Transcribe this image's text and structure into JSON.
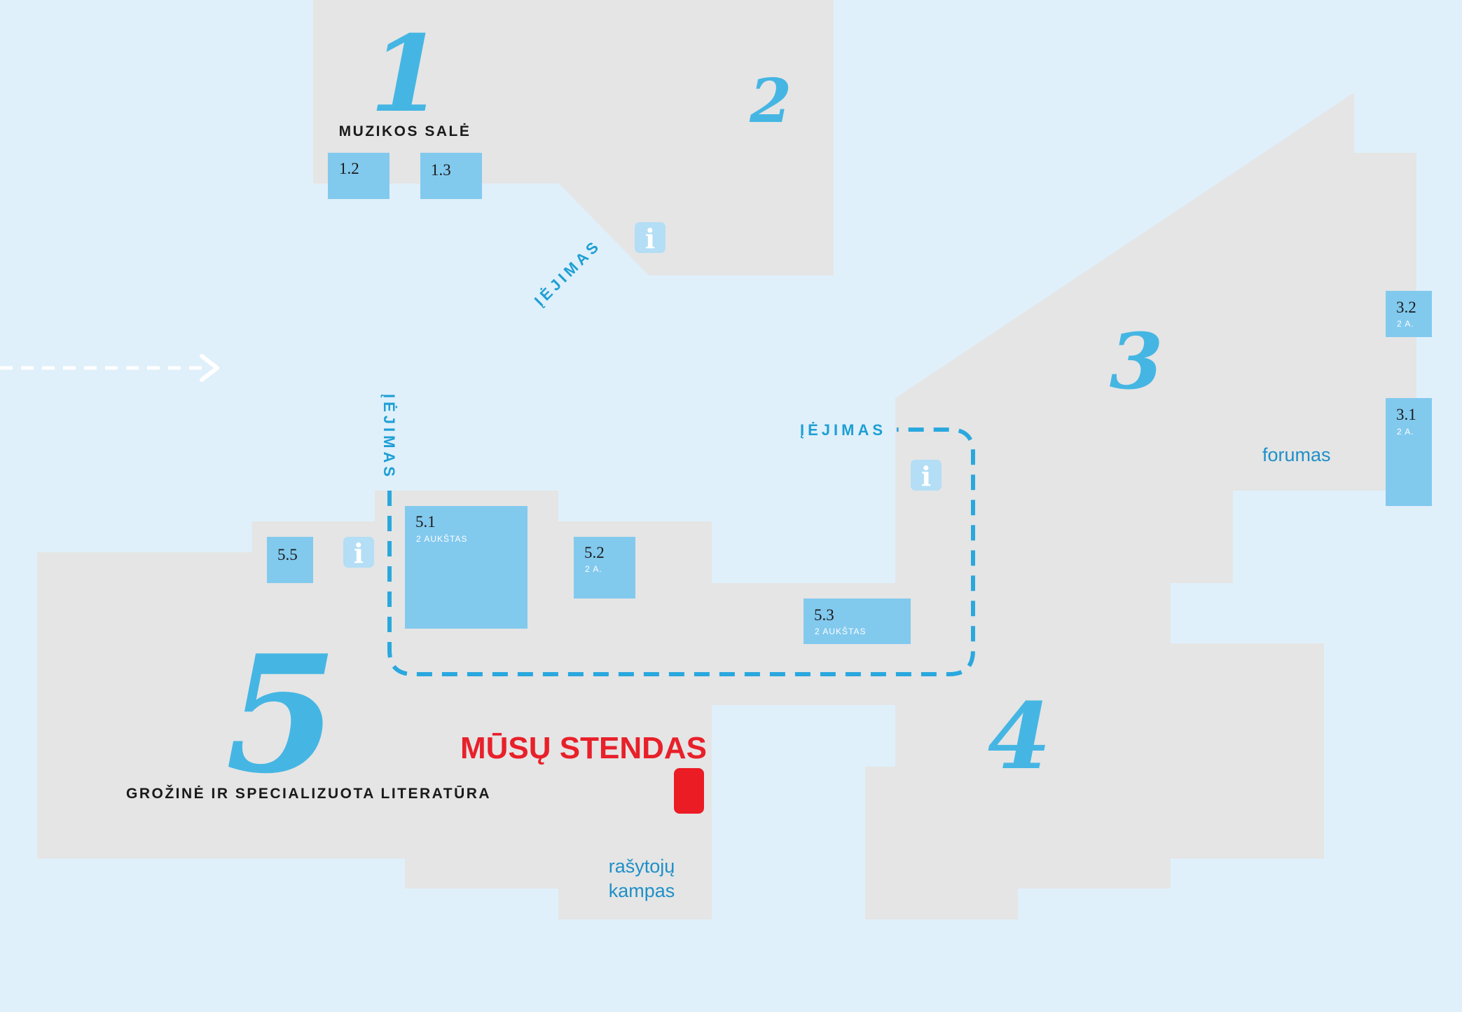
{
  "halls": {
    "h1": {
      "number": "1",
      "label": "MUZIKOS SALĖ"
    },
    "h2": {
      "number": "2"
    },
    "h3": {
      "number": "3"
    },
    "h4": {
      "number": "4"
    },
    "h5": {
      "number": "5",
      "label": "GROŽINĖ IR SPECIALIZUOTA LITERATŪRA"
    }
  },
  "rooms": {
    "r12": {
      "number": "1.2"
    },
    "r13": {
      "number": "1.3"
    },
    "r31": {
      "number": "3.1",
      "floor": "2 A."
    },
    "r32": {
      "number": "3.2",
      "floor": "2 A."
    },
    "r51": {
      "number": "5.1",
      "floor": "2 AUKŠTAS"
    },
    "r52": {
      "number": "5.2",
      "floor": "2 A."
    },
    "r53": {
      "number": "5.3",
      "floor": "2 AUKŠTAS"
    },
    "r55": {
      "number": "5.5"
    }
  },
  "entrances": {
    "top": "ĮĖJIMAS",
    "left": "ĮĖJIMAS",
    "right": "ĮĖJIMAS"
  },
  "places": {
    "forum": "forumas",
    "writers_line1": "rašytojų",
    "writers_line2": "kampas"
  },
  "stand": {
    "label": "MŪSŲ STENDAS",
    "color": "#ec1c24"
  },
  "info": {
    "glyph": "i"
  },
  "colors": {
    "background": "#dff0fb",
    "hall": "#e5e5e5",
    "room": "#82c9ee",
    "accent": "#45b6e3",
    "route": "#2aa8de"
  },
  "icons": [
    "info-icon",
    "arrow-right-icon"
  ]
}
